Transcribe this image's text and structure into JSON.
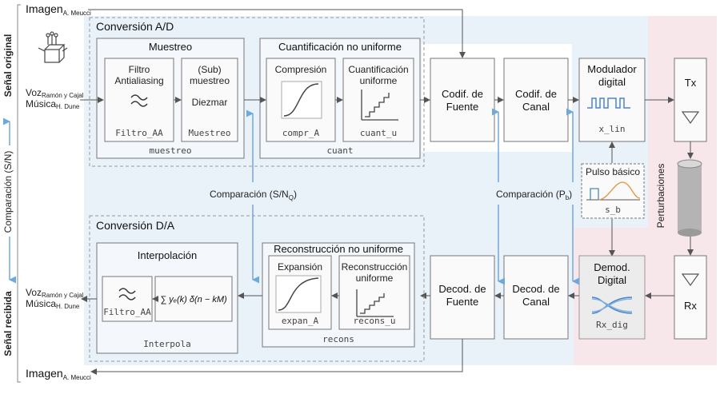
{
  "header": {
    "image_in": "Imagen",
    "image_in_sub": "A. Meucci",
    "image_out": "Imagen",
    "image_out_sub": "A. Meucci"
  },
  "side": {
    "original": "Señal original",
    "received": "Señal recibida",
    "comparison": "Comparación (S/N)",
    "perturbations": "Perturbaciones"
  },
  "inputs": {
    "voice": "Voz",
    "voice_sub": "Ramón y Cajal",
    "music": "Música",
    "music_sub": "H. Dune"
  },
  "outputs": {
    "voice": "Voz",
    "voice_sub": "Ramón y Cajal",
    "music": "Música",
    "music_sub": "H. Dune"
  },
  "ad": {
    "title": "Conversión A/D",
    "sampling": {
      "title": "Muestreo",
      "filter_l1": "Filtro",
      "filter_l2": "Antialiasing",
      "filter_code": "Filtro_AA",
      "sub_l1": "(Sub)",
      "sub_l2": "muestreo",
      "sub_l3": "Diezmar",
      "sub_code": "Muestreo",
      "code": "muestreo"
    },
    "quant": {
      "title": "Cuantificación no uniforme",
      "comp_label": "Compresión",
      "comp_code": "compr_A",
      "uni_l1": "Cuantificación",
      "uni_l2": "uniforme",
      "uni_code": "cuant_u",
      "code": "cuant"
    }
  },
  "da": {
    "title": "Conversión D/A",
    "interp": {
      "title": "Interpolación",
      "filter_code": "Filtro_AA",
      "formula": "∑ yₑ(k) δ(n − kM)",
      "code": "Interpola"
    },
    "recon": {
      "title": "Reconstrucción no uniforme",
      "exp_label": "Expansión",
      "exp_code": "expan_A",
      "uni_l1": "Reconstrucción",
      "uni_l2": "uniforme",
      "uni_code": "recons_u",
      "code": "recons"
    }
  },
  "blocks": {
    "src_coder_l1": "Codif. de",
    "src_coder_l2": "Fuente",
    "ch_coder_l1": "Codif. de",
    "ch_coder_l2": "Canal",
    "modulator_l1": "Modulador",
    "modulator_l2": "digital",
    "modulator_code": "x_lin",
    "pulse_title": "Pulso básico",
    "pulse_code": "s_b",
    "tx": "Tx",
    "rx": "Rx",
    "demod_l1": "Demod.",
    "demod_l2": "Digital",
    "demod_code": "Rx_dig",
    "ch_decoder_l1": "Decod. de",
    "ch_decoder_l2": "Canal",
    "src_decoder_l1": "Decod. de",
    "src_decoder_l2": "Fuente"
  },
  "comparisons": {
    "snq": "Comparación (S/N",
    "snq_sub": "Q",
    "snq_end": ")",
    "pb": "Comparación  (P",
    "pb_sub": "b",
    "pb_end": ")"
  },
  "colors": {
    "blue_region": "#e9f1f9",
    "pink_region": "#f7e6ea",
    "blue_arrow": "#6fa8dc",
    "line": "#555555"
  }
}
